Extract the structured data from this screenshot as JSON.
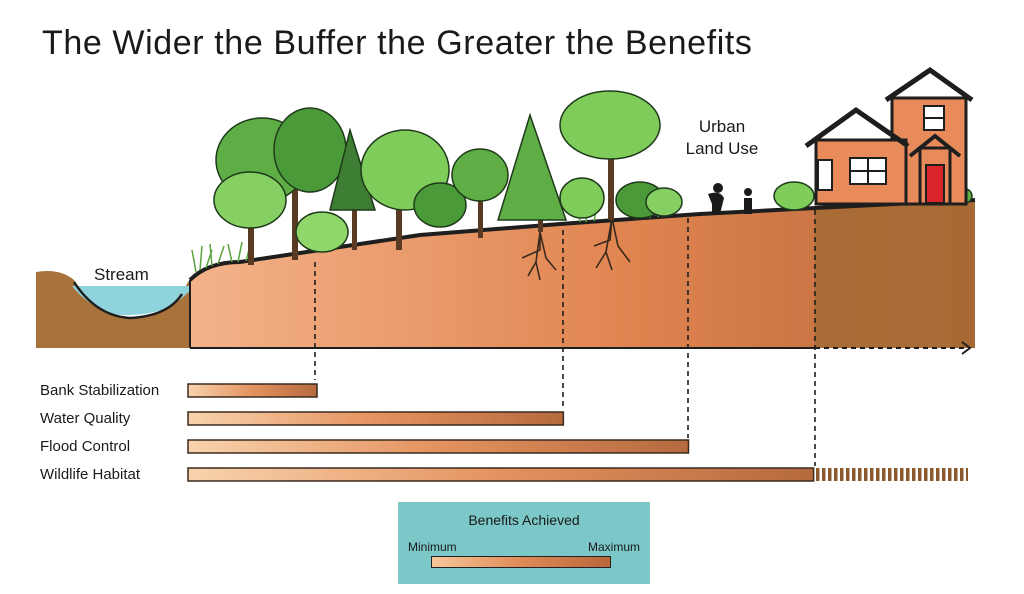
{
  "title": "The Wider the Buffer the Greater the Benefits",
  "scene": {
    "stream_label": "Stream",
    "urban_label_line1": "Urban",
    "urban_label_line2": "Land Use"
  },
  "benefits": [
    {
      "label": "Bank Stabilization",
      "extent": 0.165
    },
    {
      "label": "Water Quality",
      "extent": 0.48
    },
    {
      "label": "Flood Control",
      "extent": 0.64
    },
    {
      "label": "Wildlife Habitat",
      "extent": 0.8,
      "continues": true
    }
  ],
  "legend": {
    "title": "Benefits Achieved",
    "min_label": "Minimum",
    "max_label": "Maximum"
  },
  "colors": {
    "soil_light": "#f2a77a",
    "soil_dark": "#b96a3c",
    "soil_far": "#a36a32",
    "stream": "#8fd3dc",
    "legend_bg": "#7cc7c8",
    "house": "#e98a5a",
    "tree_light": "#7fcc5a",
    "tree_dark": "#3e8f3a"
  }
}
